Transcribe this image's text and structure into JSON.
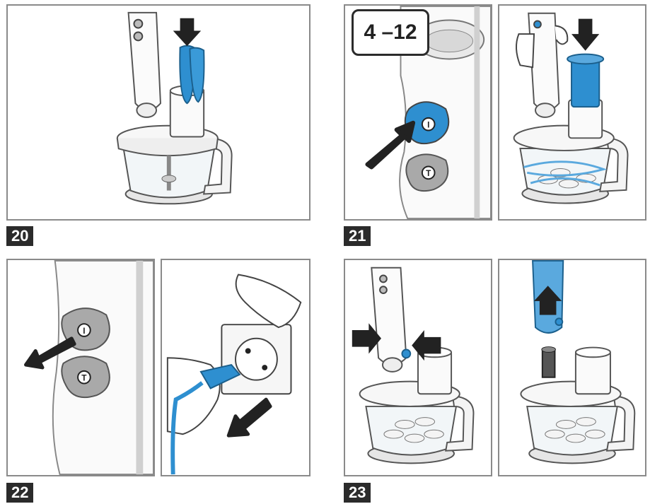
{
  "steps": [
    {
      "number": "20"
    },
    {
      "number": "21",
      "speed_label": "4 –12"
    },
    {
      "number": "22"
    },
    {
      "number": "23"
    }
  ],
  "icons": {
    "button_I": "I",
    "button_T": "T"
  },
  "colors": {
    "accent_blue": "#2e8fd0",
    "light_blue": "#a8d4f0",
    "frame": "#8a8a8a",
    "label_bg": "#2b2b2b"
  }
}
